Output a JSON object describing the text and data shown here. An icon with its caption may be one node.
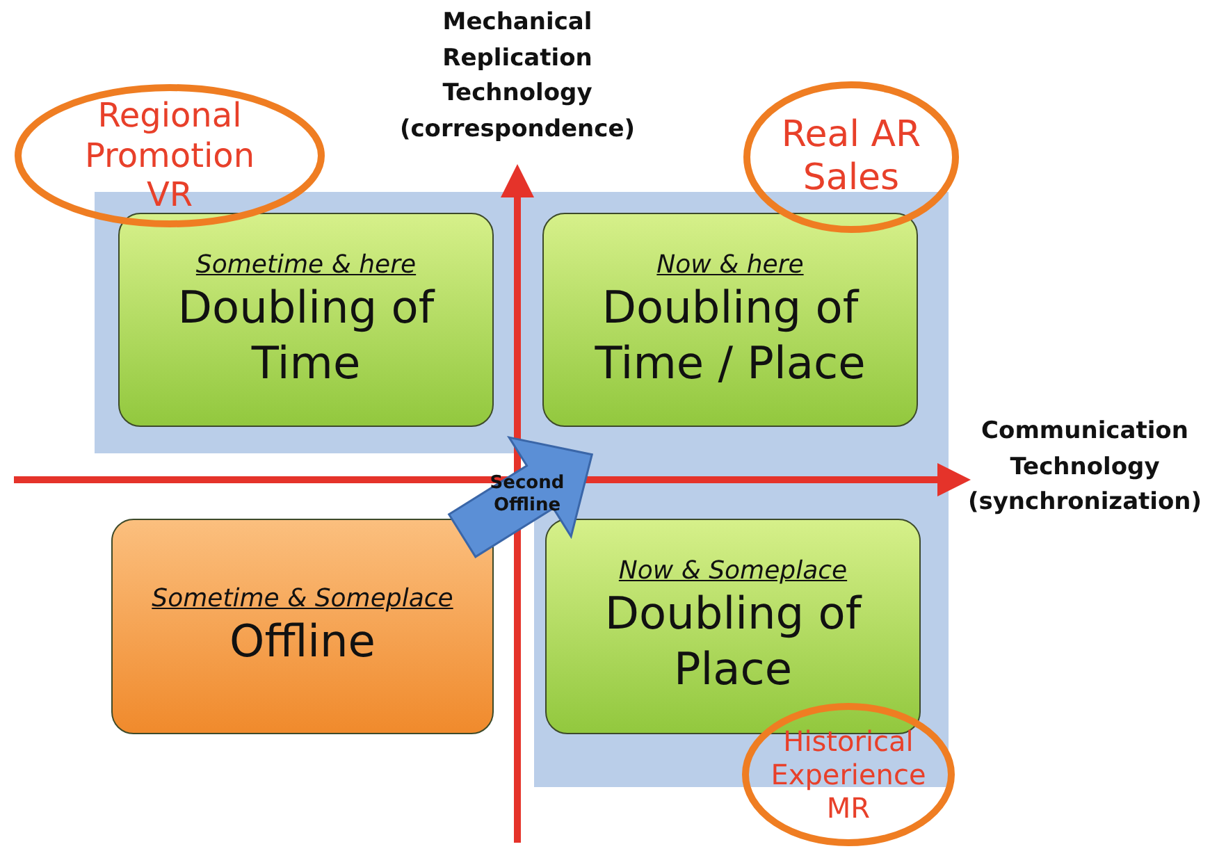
{
  "diagram": {
    "nodes": [
      {
        "text": [
          "Regional Promotion VR"
        ]
      },
      {
        "text": [
          "Sometime & here",
          "Doubling of Time"
        ]
      },
      {
        "text": [
          "Real AR Sales"
        ]
      },
      {
        "text": [
          "Now & here",
          "Doubling of Time / Place"
        ]
      },
      {
        "text": [
          "Second Offline"
        ]
      },
      {
        "text": [
          "Sometime & Someplace",
          "Offline"
        ]
      },
      {
        "text": [
          "Now & Someplace",
          "Doubling of Place"
        ]
      },
      {
        "text": [
          "Historical Experience MR"
        ]
      }
    ],
    "labels": [
      "Mechanical Replication Technology (correspondence)",
      "Communication Technology (synchronization)"
    ]
  }
}
